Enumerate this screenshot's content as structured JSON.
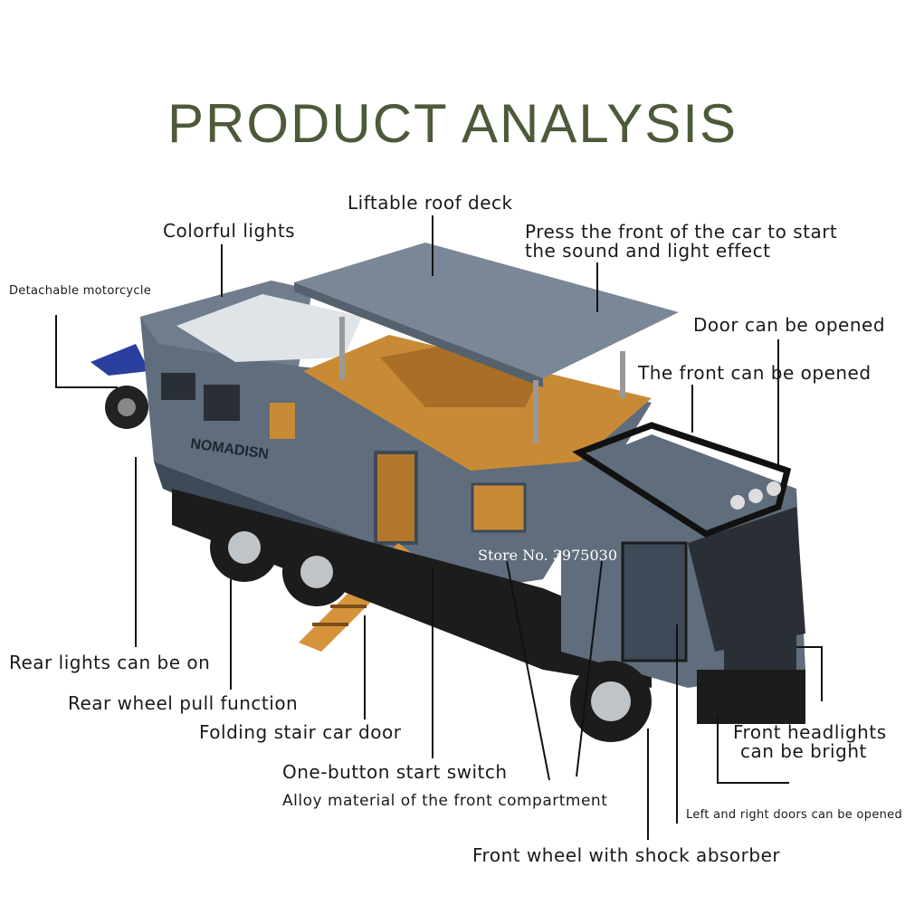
{
  "title": "PRODUCT ANALYSIS",
  "watermark": "Store No. 3975030",
  "brand_text": "NOMADISN",
  "labels": {
    "liftable_roof": "Liftable roof deck",
    "colorful_lights": "Colorful lights",
    "press_front_1": "Press the front of the car to start",
    "press_front_2": "the sound and light effect",
    "detachable_motorcycle": "Detachable motorcycle",
    "door_opened": "Door can be opened",
    "front_opened": "The front can be opened",
    "rear_lights": "Rear lights can be on",
    "rear_wheel": "Rear wheel pull function",
    "folding_stair": "Folding stair car door",
    "front_headlights_1": "Front headlights",
    "front_headlights_2": "can be bright",
    "one_button": "One-button start switch",
    "alloy": "Alloy material of the front compartment",
    "left_right_doors": "Left and right doors can be opened",
    "front_wheel": "Front wheel with shock absorber"
  },
  "colors": {
    "title": "#4d5a3a",
    "body": "#5f6d7c",
    "body_dark": "#3e4a57",
    "interior": "#c98a35",
    "chassis": "#1c1c1c",
    "motorcycle": "#2b3f9e"
  }
}
